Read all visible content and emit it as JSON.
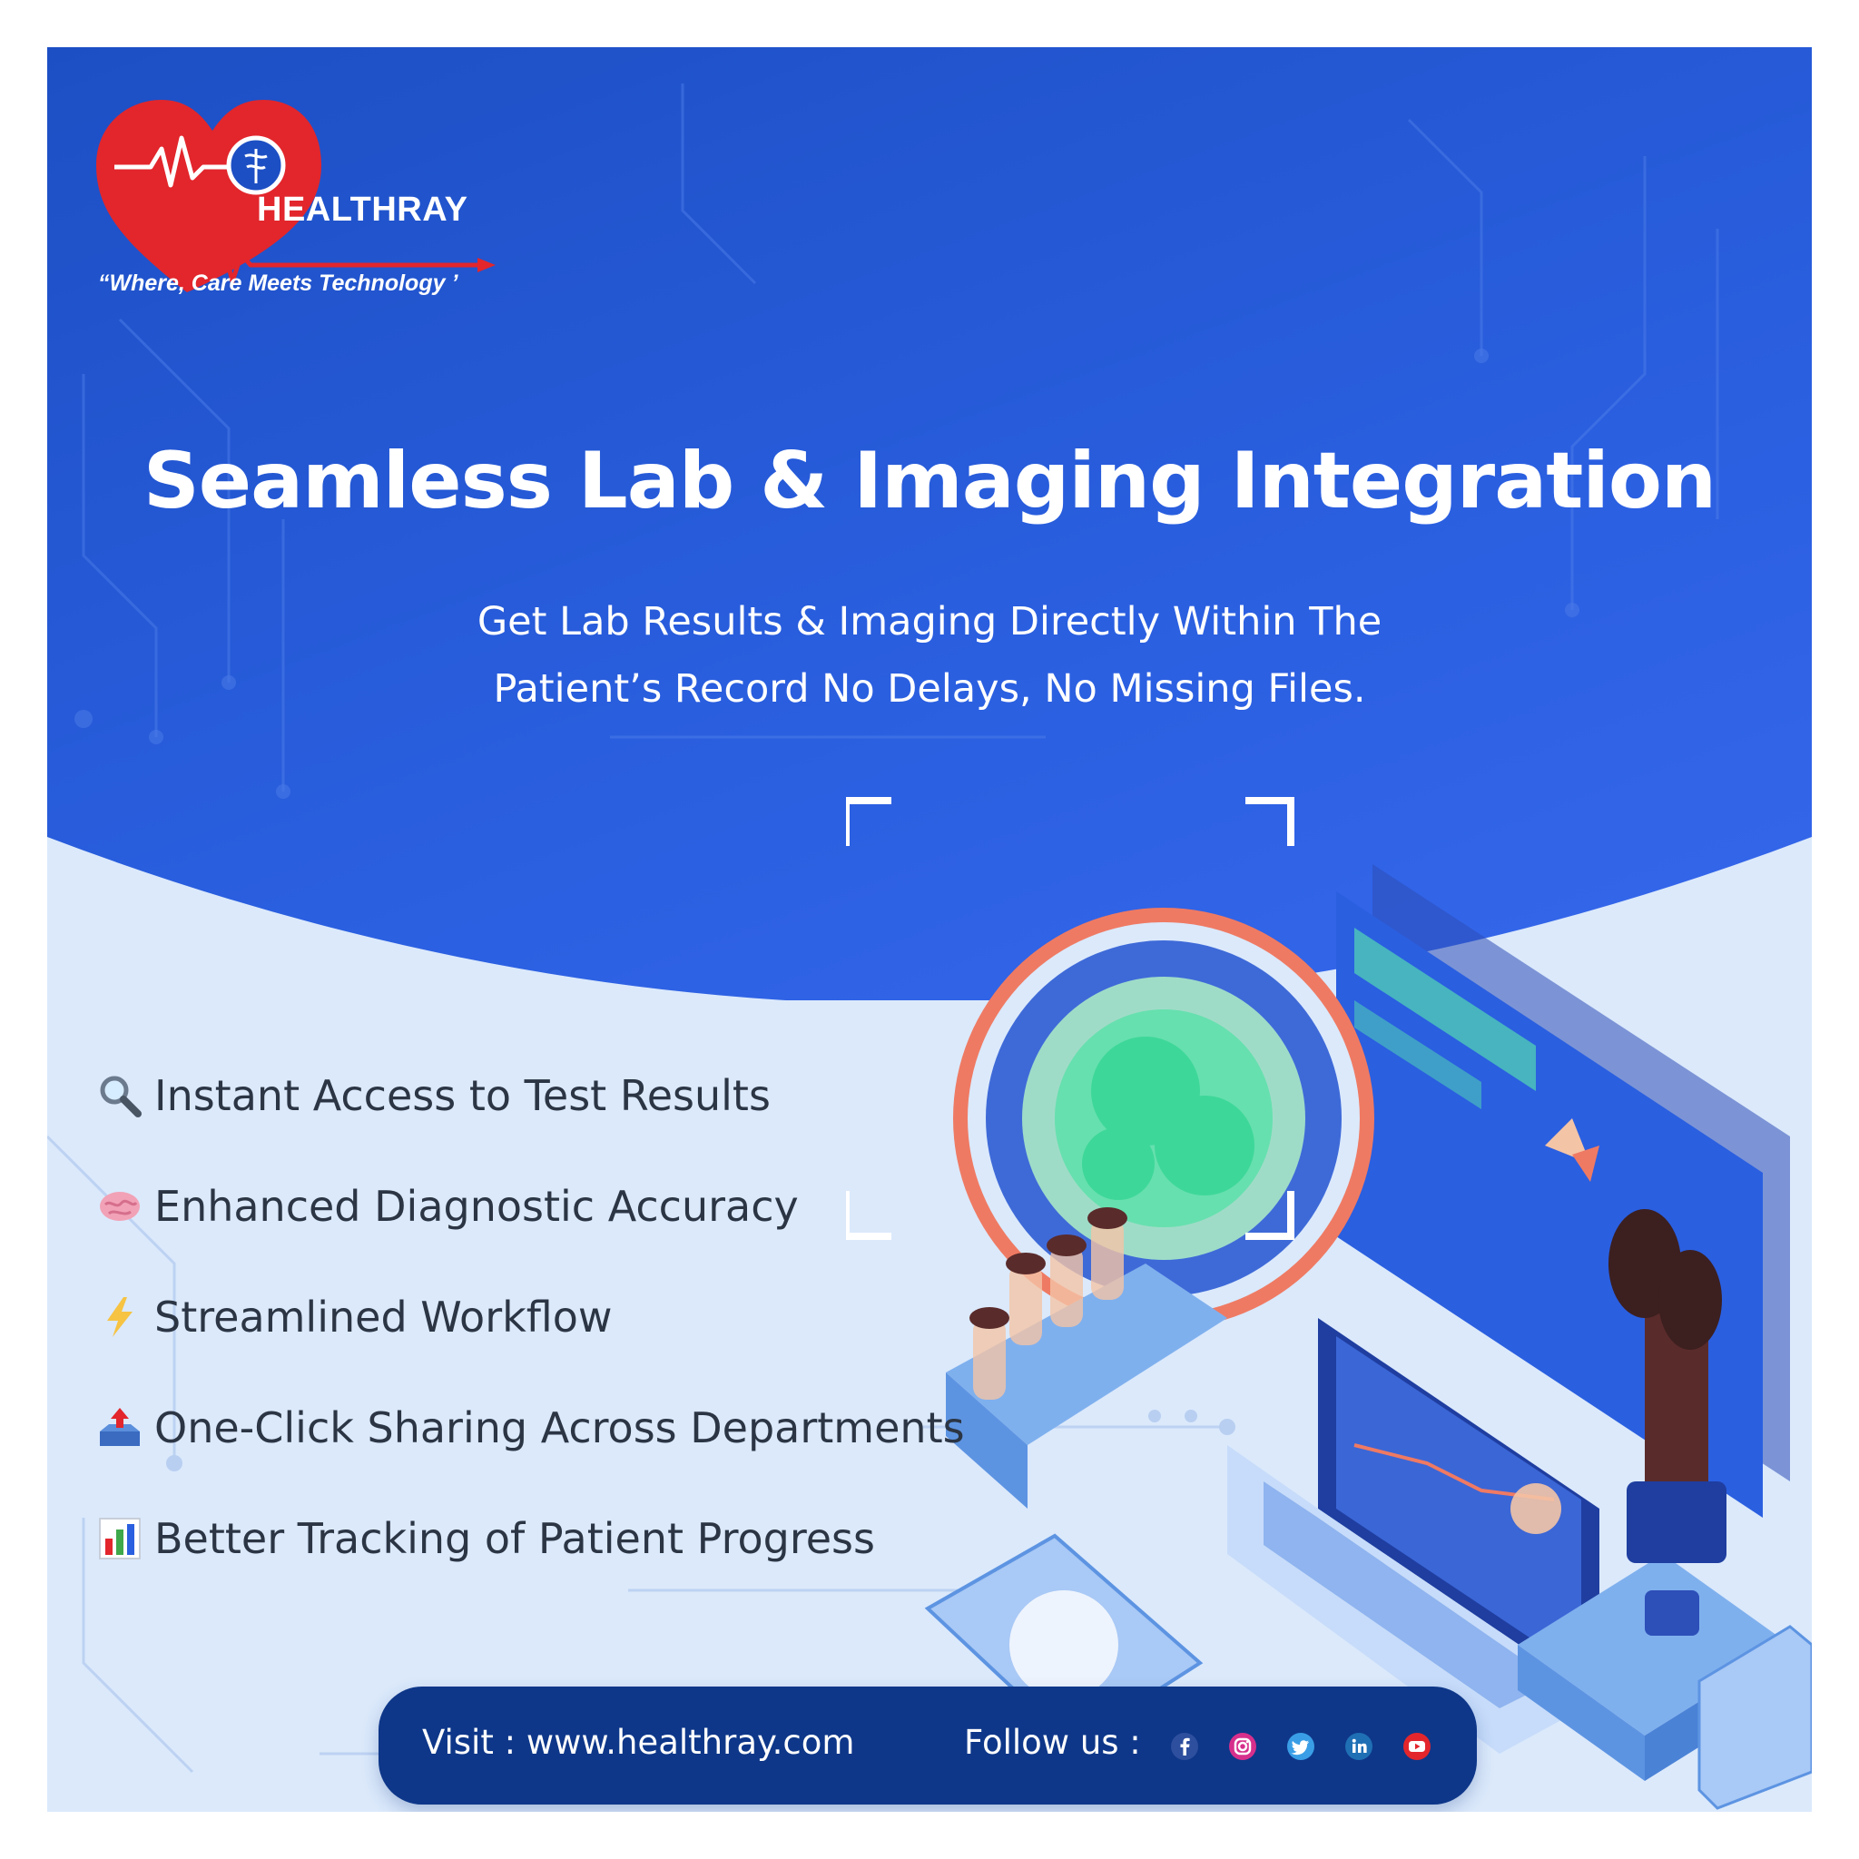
{
  "brand": {
    "name": "HEALTHRAY",
    "tagline": "“Where, Care Meets Technology ’"
  },
  "headline": "Seamless Lab & Imaging Integration",
  "subheadline": {
    "line1": "Get Lab Results & Imaging Directly Within The",
    "line2": "Patient’s Record No Delays, No Missing Files."
  },
  "features": [
    {
      "icon": "magnifier-icon",
      "label": "Instant Access to Test Results"
    },
    {
      "icon": "brain-icon",
      "label": "Enhanced Diagnostic Accuracy"
    },
    {
      "icon": "lightning-icon",
      "label": "Streamlined Workflow"
    },
    {
      "icon": "outbox-tray-icon",
      "label": "One-Click Sharing Across Departments"
    },
    {
      "icon": "bar-chart-icon",
      "label": "Better Tracking of Patient Progress"
    }
  ],
  "footer": {
    "visit_text": "Visit : www.healthray.com",
    "follow_text": "Follow us :",
    "social": [
      "facebook-icon",
      "instagram-icon",
      "twitter-icon",
      "linkedin-icon",
      "youtube-icon"
    ]
  },
  "colors": {
    "primary_blue": "#2a5fe0",
    "footer_navy": "#0e3789",
    "heart_red": "#e2262c",
    "ring_coral": "#ef7a63",
    "cell_green": "#3ed79a",
    "light_bg": "#dbe9fb"
  }
}
